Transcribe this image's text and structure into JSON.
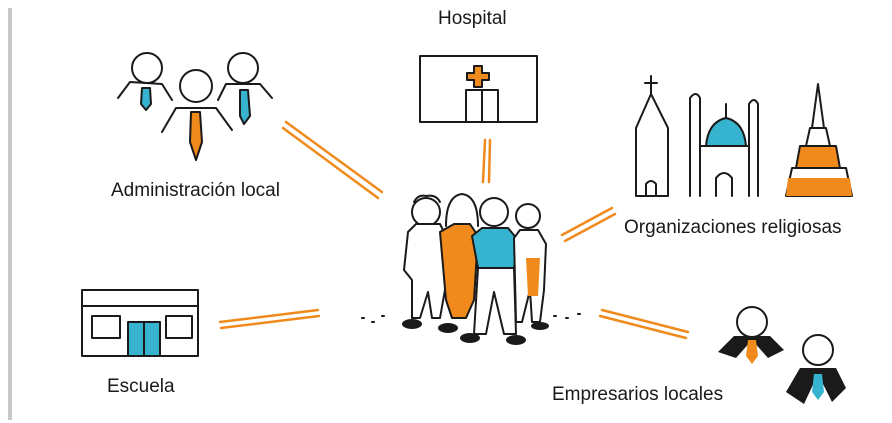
{
  "labels": {
    "hospital": "Hospital",
    "admin": "Administración local",
    "religious": "Organizaciones religiosas",
    "school": "Escuela",
    "business": "Empresarios locales"
  },
  "colors": {
    "orange": "#f08a1c",
    "blue": "#36b4cf",
    "ink": "#1a1a1a",
    "rule": "#c8c8c8"
  }
}
